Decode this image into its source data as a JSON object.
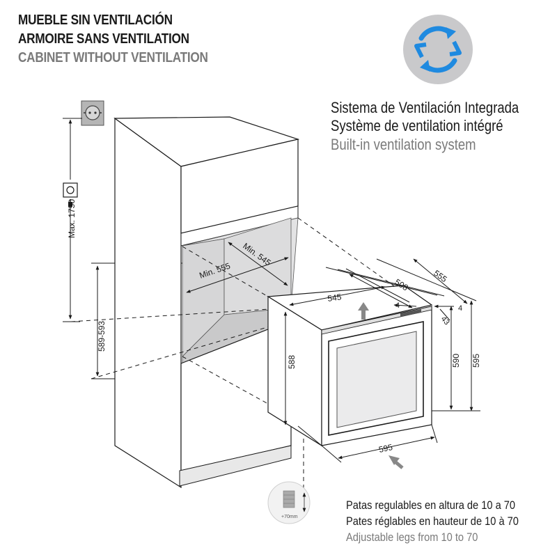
{
  "header": {
    "line_es": "MUEBLE SIN VENTILACIÓN",
    "line_fr": "ARMOIRE SANS VENTILATION",
    "line_en": "CABINET WITHOUT VENTILATION"
  },
  "ventilation": {
    "line_es": "Sistema de Ventilación Integrada",
    "line_fr": "Système de ventilation intégré",
    "line_en": "Built-in ventilation system",
    "icon": "rotating-arrows-icon"
  },
  "legs": {
    "line_es": "Patas regulables en altura de 10 a 70",
    "line_fr": "Pates réglables en hauteur de 10 à 70",
    "line_en": "Adjustable legs from 10 to 70",
    "detail_label": "+70mm"
  },
  "dimensions": {
    "max_height": "Max. 1750",
    "niche_height": "589-593",
    "niche_width": "Min. 555",
    "niche_depth": "Min. 545",
    "top_width": "545",
    "depth_508": "508",
    "depth_555": "555",
    "gap_4a": "4",
    "gap_4b": "4",
    "gap_43": "43",
    "body_height": "588",
    "door_height": "590",
    "total_height": "595",
    "bottom_width": "595"
  },
  "colors": {
    "text": "#1a1a1a",
    "grey_text": "#7a7a7a",
    "vent_circle": "#c9c9cb",
    "vent_arrows": "#1f8ae0"
  }
}
